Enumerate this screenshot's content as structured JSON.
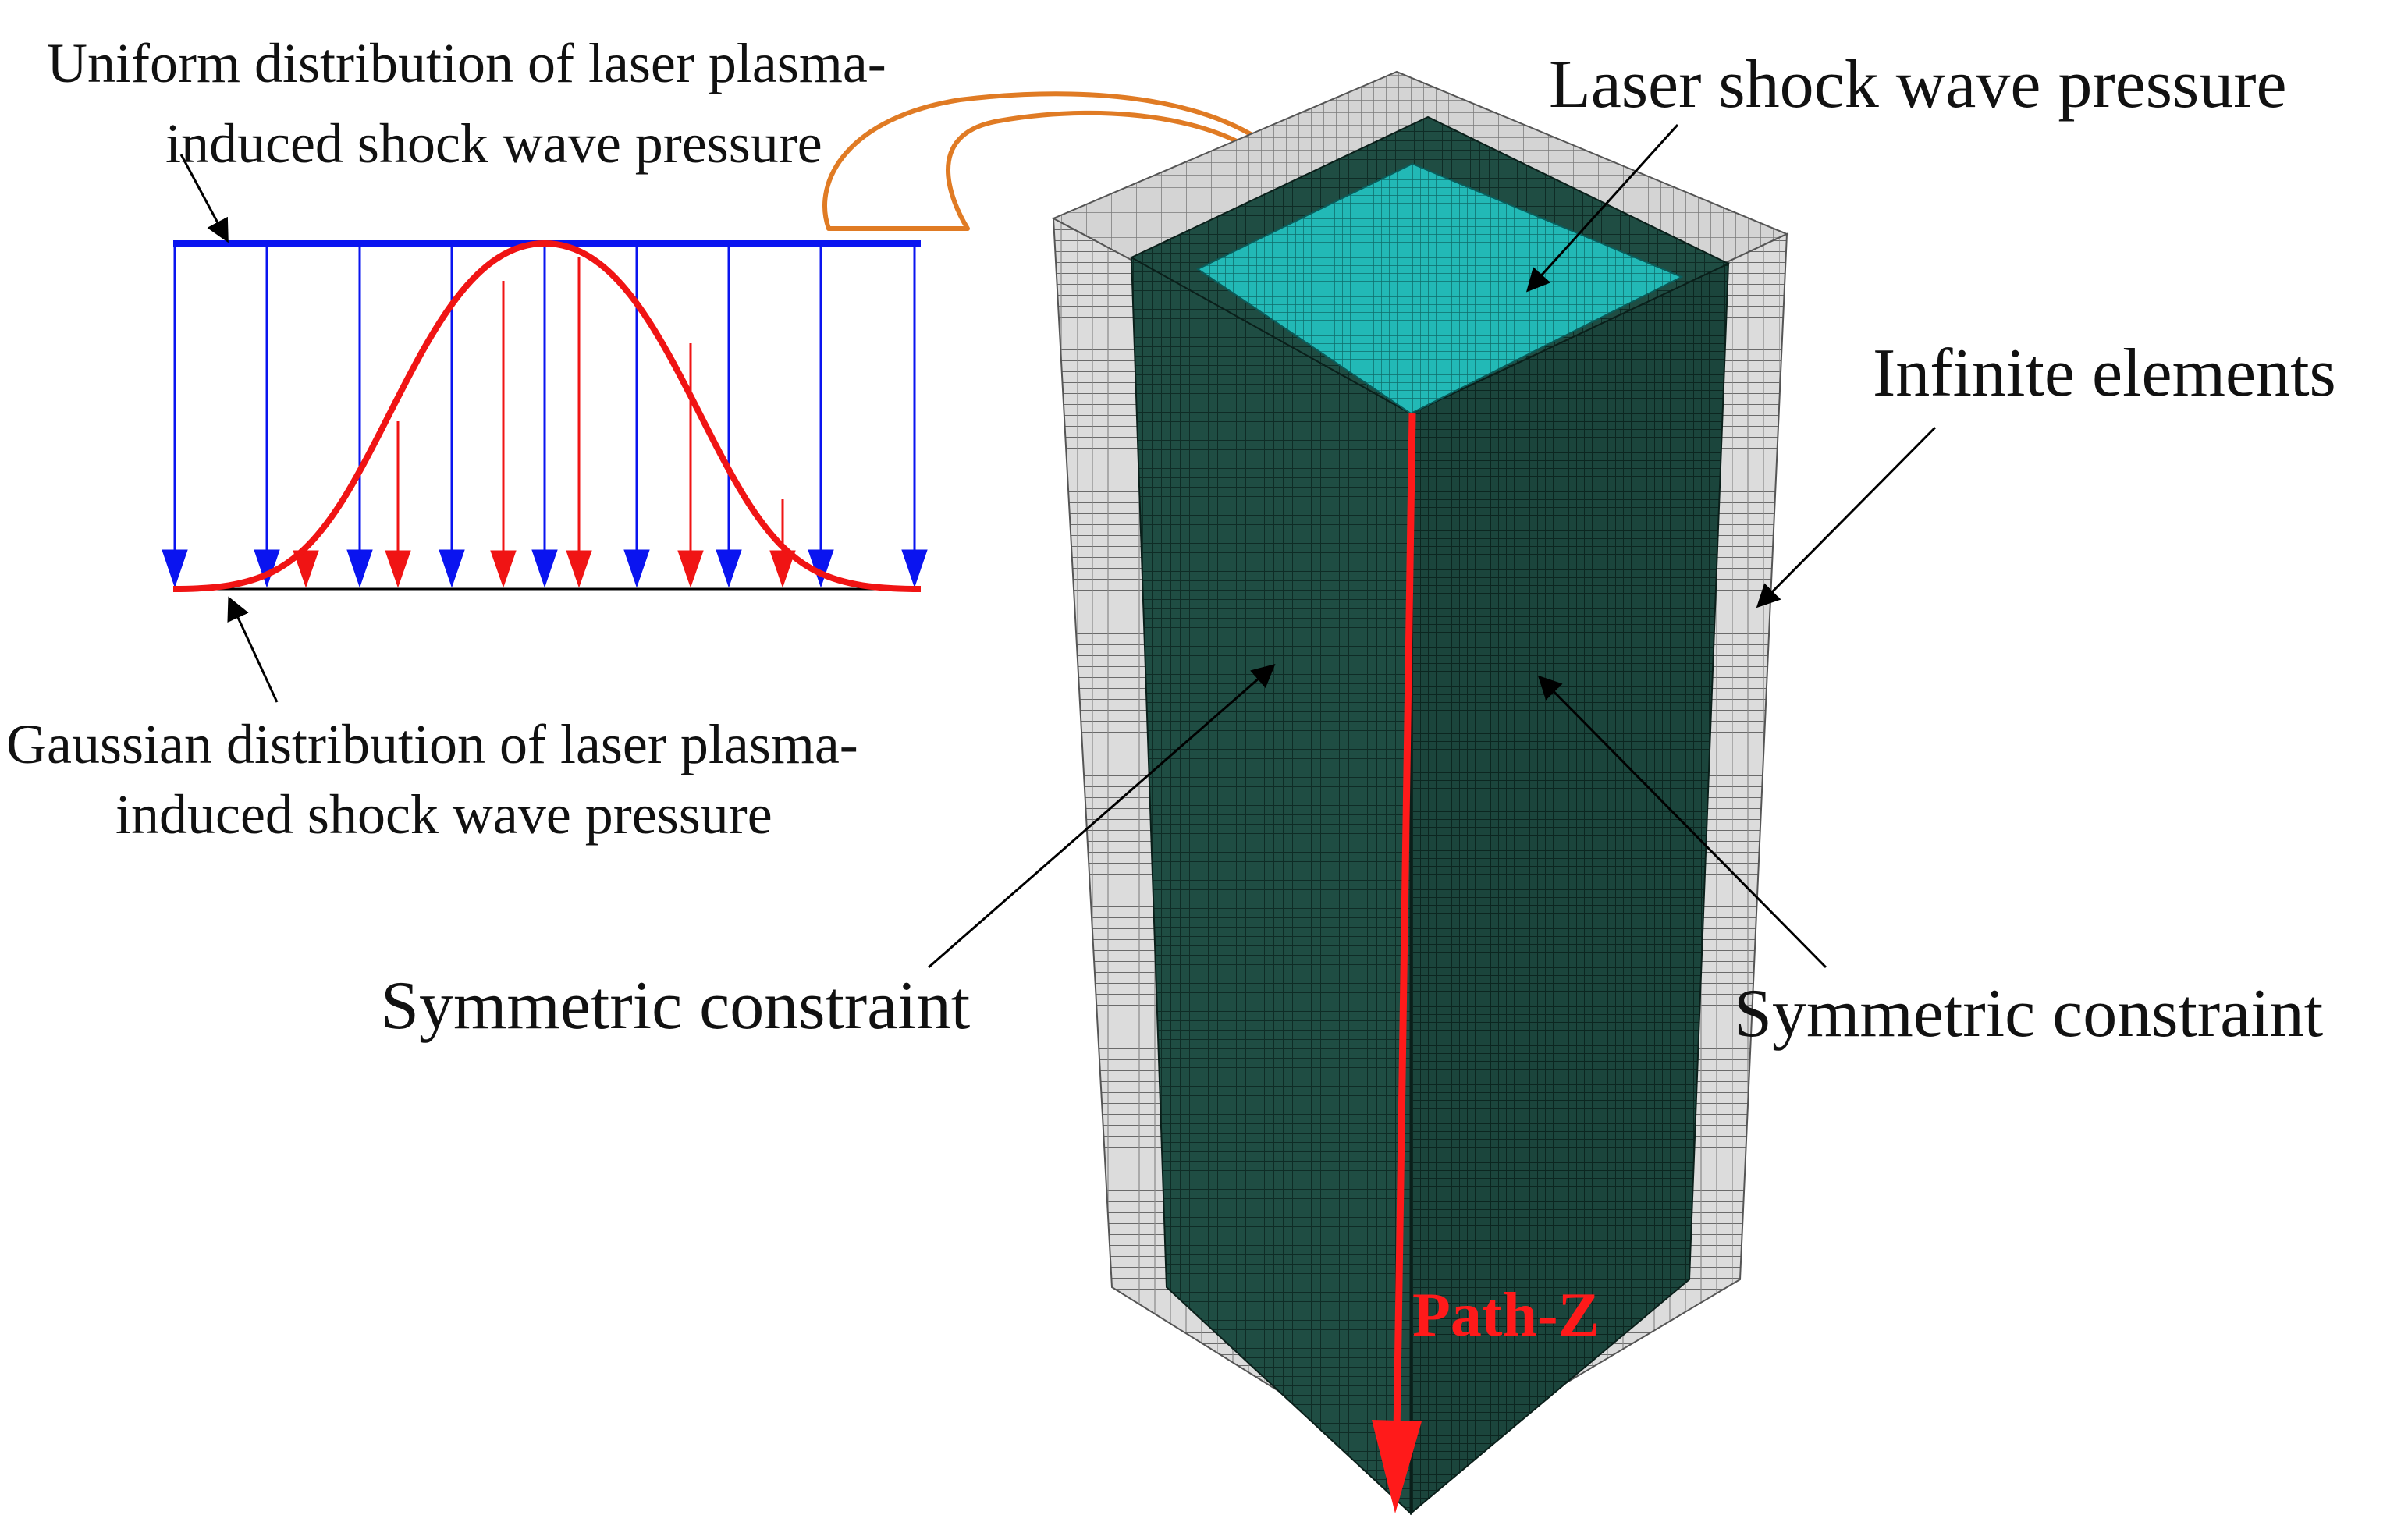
{
  "labels": {
    "uniform_line1": "Uniform distribution of laser plasma-",
    "uniform_line2": "induced shock wave pressure",
    "gaussian_line1": "Gaussian distribution of laser plasma-",
    "gaussian_line2": "induced shock wave pressure",
    "laser_pressure": "Laser shock wave pressure",
    "infinite_elements": "Infinite elements",
    "symmetric_left": "Symmetric constraint",
    "symmetric_right": "Symmetric constraint",
    "path": "Path-Z"
  },
  "colors": {
    "uniform": "#0a14f0",
    "gaussian": "#f01414",
    "transfer_arrow": "#e07b24",
    "mesh_core": "#1c4a40",
    "mesh_top": "#1fb3b3",
    "infinite": "#d8d8d8",
    "path": "#ff1a1a"
  }
}
